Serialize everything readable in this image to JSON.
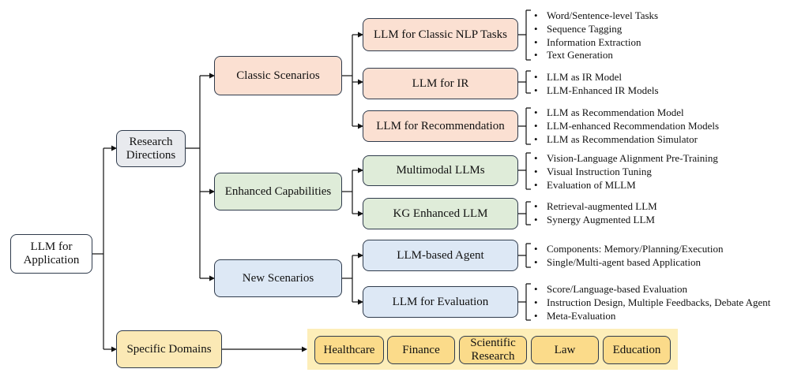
{
  "root": "LLM for Application",
  "branches": {
    "research_directions": "Research Directions",
    "specific_domains": "Specific Domains"
  },
  "scenarios": {
    "classic": "Classic Scenarios",
    "enhanced": "Enhanced Capabilities",
    "new": "New Scenarios"
  },
  "leaves": {
    "classic_nlp": {
      "title": "LLM for Classic NLP Tasks",
      "items": [
        "Word/Sentence-level Tasks",
        "Sequence Tagging",
        "Information Extraction",
        "Text Generation"
      ]
    },
    "ir": {
      "title": "LLM for IR",
      "items": [
        "LLM as IR Model",
        "LLM-Enhanced IR Models"
      ]
    },
    "recommendation": {
      "title": "LLM for Recommendation",
      "items": [
        "LLM as Recommendation Model",
        "LLM-enhanced Recommendation Models",
        "LLM as Recommendation Simulator"
      ]
    },
    "multimodal": {
      "title": "Multimodal LLMs",
      "items": [
        "Vision-Language Alignment Pre-Training",
        "Visual Instruction Tuning",
        "Evaluation of MLLM"
      ]
    },
    "kg": {
      "title": "KG Enhanced LLM",
      "items": [
        "Retrieval-augmented LLM",
        "Synergy Augmented LLM"
      ]
    },
    "agent": {
      "title": "LLM-based Agent",
      "items": [
        "Components: Memory/Planning/Execution",
        "Single/Multi-agent based Application"
      ]
    },
    "evaluation": {
      "title": "LLM for Evaluation",
      "items": [
        "Score/Language-based Evaluation",
        "Instruction Design, Multiple Feedbacks, Debate Agent",
        "Meta-Evaluation"
      ]
    }
  },
  "domains": [
    "Healthcare",
    "Finance",
    "Scientific Research",
    "Law",
    "Education"
  ],
  "colors": {
    "line": "#111111",
    "border": "#2f3b4c",
    "peach": "#fbe0d2",
    "green": "#dfecd9",
    "blue": "#dde8f5",
    "grey": "#e8eaee",
    "yellow": "#fbe9b5",
    "chip": "#fbdb8a",
    "band": "#fdeeb9"
  }
}
